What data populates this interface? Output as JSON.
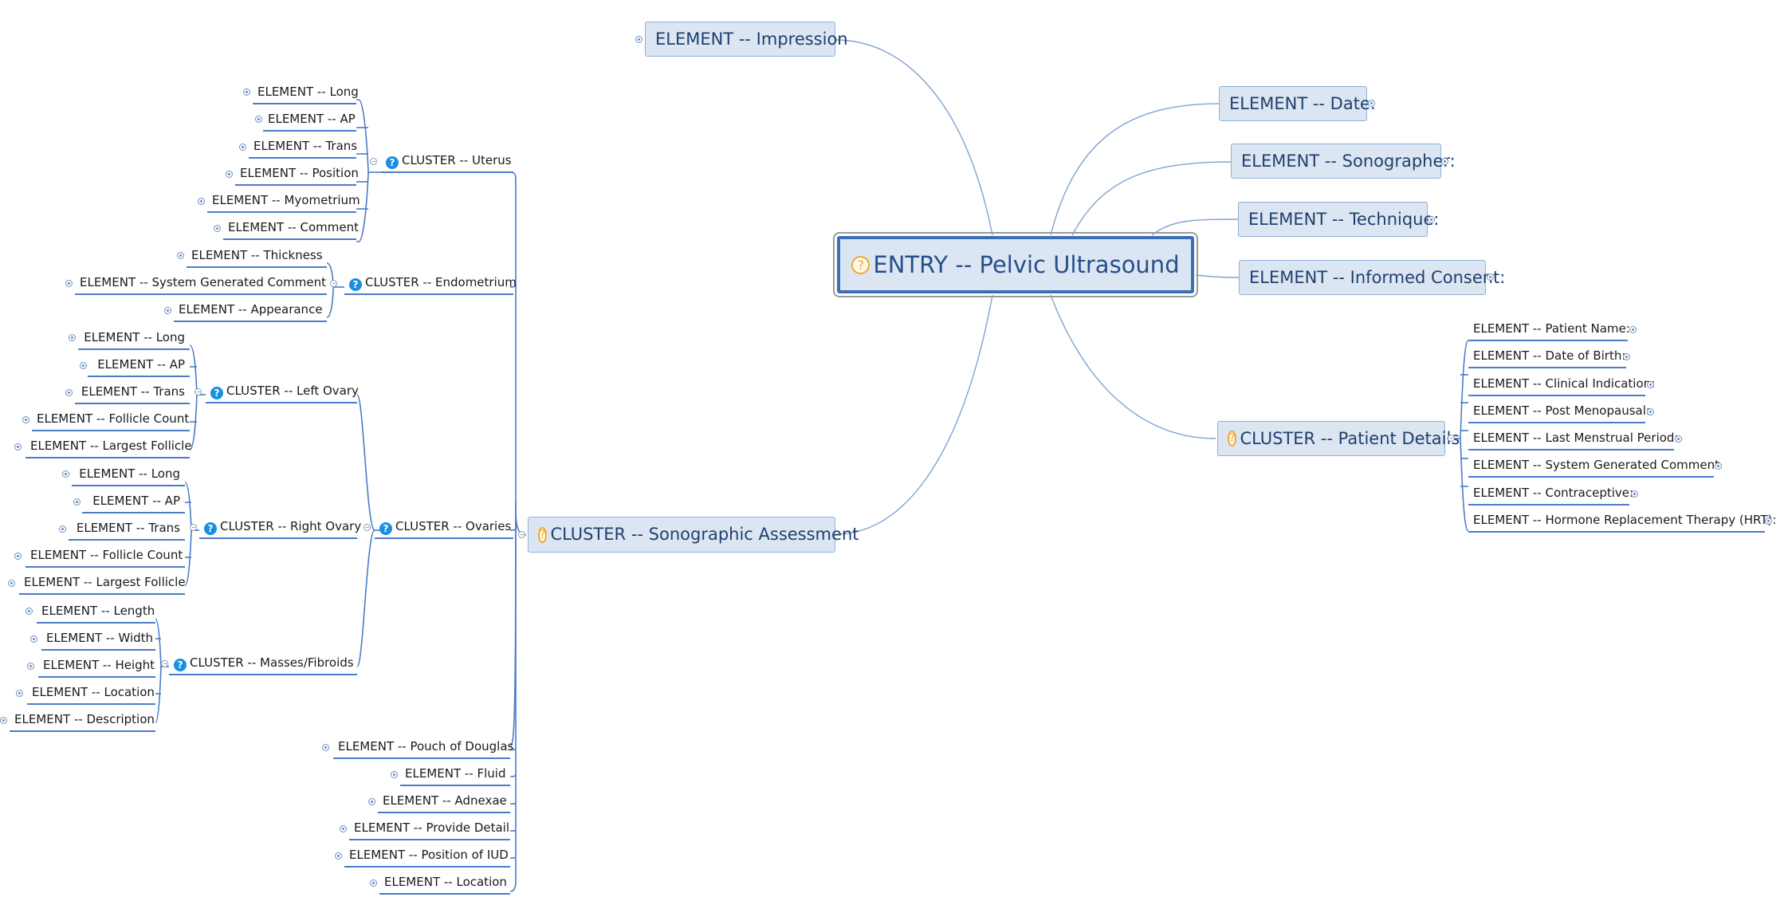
{
  "root": "ENTRY -- Pelvic Ultrasound",
  "right_top": {
    "impression": "ELEMENT -- Impression",
    "date": "ELEMENT -- Date:",
    "sonographer": "ELEMENT -- Sonographer:",
    "technique": "ELEMENT -- Technique:",
    "consent": "ELEMENT -- Informed Consent:"
  },
  "patient_details": {
    "label": "CLUSTER -- Patient Details",
    "items": [
      "ELEMENT -- Patient Name:",
      "ELEMENT -- Date of Birth:",
      "ELEMENT -- Clinical Indication:",
      "ELEMENT -- Post Menopausal:",
      "ELEMENT -- Last Menstrual Period:",
      "ELEMENT -- System Generated Comment",
      "ELEMENT -- Contraceptive:",
      "ELEMENT -- Hormone Replacement Therapy (HRT):"
    ]
  },
  "sono": {
    "label": "CLUSTER -- Sonographic Assessment",
    "uterus": {
      "label": "CLUSTER -- Uterus",
      "items": [
        "ELEMENT -- Long",
        "ELEMENT -- AP",
        "ELEMENT -- Trans",
        "ELEMENT -- Position",
        "ELEMENT -- Myometrium",
        "ELEMENT -- Comment"
      ]
    },
    "endometrium": {
      "label": "CLUSTER -- Endometrium",
      "items": [
        "ELEMENT -- Thickness",
        "ELEMENT -- System Generated Comment",
        "ELEMENT -- Appearance"
      ]
    },
    "ovaries": {
      "label": "CLUSTER -- Ovaries",
      "left": {
        "label": "CLUSTER -- Left Ovary",
        "items": [
          "ELEMENT -- Long",
          "ELEMENT -- AP",
          "ELEMENT -- Trans",
          "ELEMENT -- Follicle Count",
          "ELEMENT -- Largest Follicle"
        ]
      },
      "right": {
        "label": "CLUSTER -- Right Ovary",
        "items": [
          "ELEMENT -- Long",
          "ELEMENT -- AP",
          "ELEMENT -- Trans",
          "ELEMENT -- Follicle Count",
          "ELEMENT -- Largest Follicle"
        ]
      },
      "masses": {
        "label": "CLUSTER -- Masses/Fibroids",
        "items": [
          "ELEMENT -- Length",
          "ELEMENT -- Width",
          "ELEMENT -- Height",
          "ELEMENT -- Location",
          "ELEMENT -- Description"
        ]
      }
    },
    "bottom": [
      "ELEMENT -- Pouch of Douglas",
      "ELEMENT -- Fluid",
      "ELEMENT -- Adnexae",
      "ELEMENT -- Provide Detail",
      "ELEMENT -- Position of IUD",
      "ELEMENT -- Location"
    ]
  },
  "colors": {
    "line": "#4a7cc7",
    "box_fill": "#dce6f2",
    "box_border": "#8fb0d8",
    "help_icon": "#1a8fe0",
    "warning_icon": "#f0a830"
  }
}
